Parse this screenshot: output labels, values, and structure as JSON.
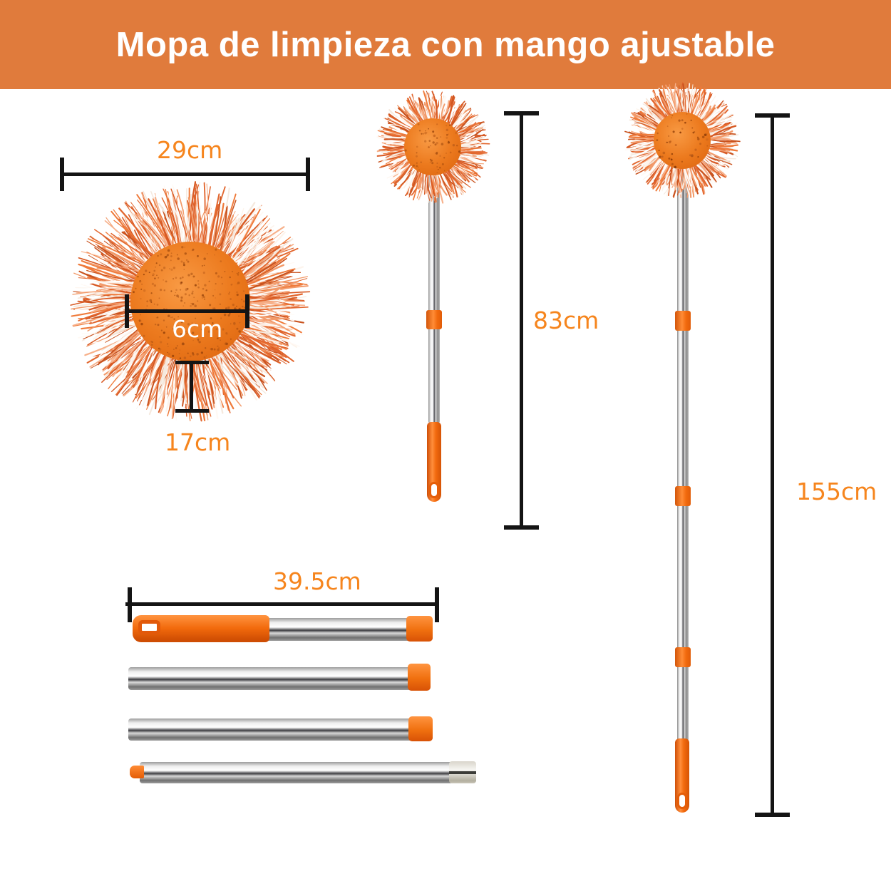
{
  "header": {
    "title": "Mopa de limpieza con mango ajustable"
  },
  "colors": {
    "banner": "#E07B3C",
    "label": "#F6851D",
    "line": "#141414",
    "handle": "#F26A0E",
    "sponge": "#EC7A1E"
  },
  "labels": {
    "head_width": "29cm",
    "core_diameter": "6cm",
    "fringe_length": "17cm",
    "mop_short": "83cm",
    "mop_long": "155cm",
    "segment": "39.5cm"
  }
}
